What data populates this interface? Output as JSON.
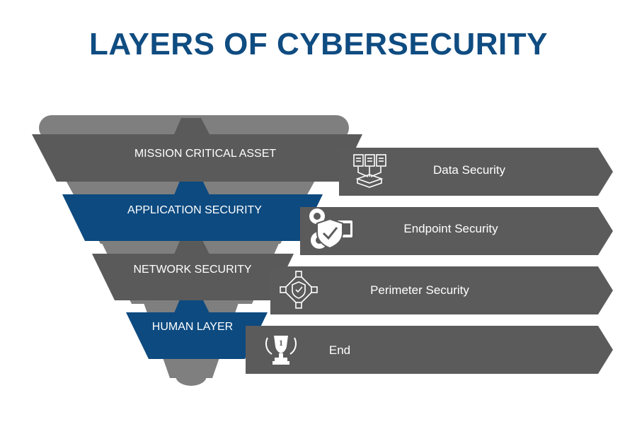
{
  "title": "LAYERS OF CYBERSECURITY",
  "colors": {
    "title": "#0f4c81",
    "dark_gray": "#5a5a5a",
    "light_gray": "#7f7f7f",
    "blue": "#0d4a80",
    "arrow": "#5b5b5b",
    "text": "#ffffff"
  },
  "layers": [
    {
      "label": "MISSION CRITICAL ASSET",
      "color": "dark_gray"
    },
    {
      "label": "APPLICATION SECURITY",
      "color": "blue"
    },
    {
      "label": "NETWORK SECURITY",
      "color": "dark_gray"
    },
    {
      "label": "HUMAN LAYER",
      "color": "blue"
    }
  ],
  "arrows": [
    {
      "label": "Data Security",
      "icon": "data-documents-icon"
    },
    {
      "label": "Endpoint Security",
      "icon": "endpoint-shield-gear-icon"
    },
    {
      "label": "Perimeter Security",
      "icon": "perimeter-shield-network-icon"
    },
    {
      "label": "End",
      "icon": "trophy-icon"
    }
  ]
}
